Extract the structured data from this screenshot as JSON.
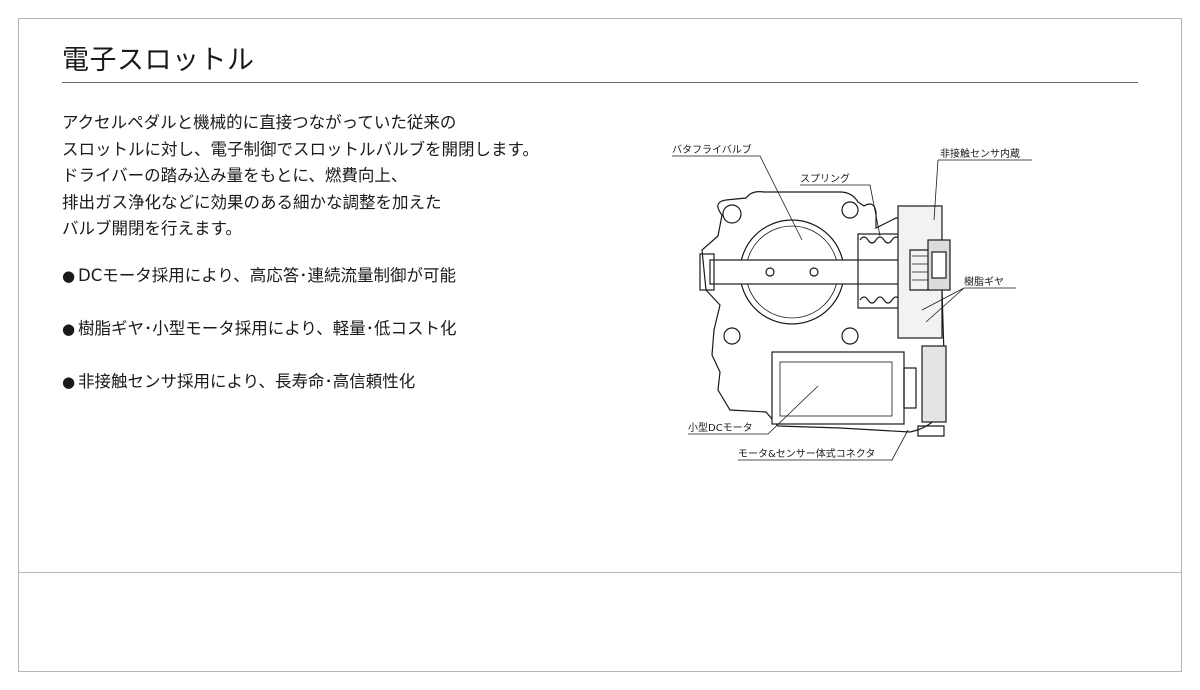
{
  "title": "電子スロットル",
  "intro_lines": [
    "アクセルペダルと機械的に直接つながっていた従来の",
    "スロットルに対し、電子制御でスロットルバルブを開閉します。",
    "ドライバーの踏み込み量をもとに、燃費向上、",
    "排出ガス浄化などに効果のある細かな調整を加えた",
    "バルブ開閉を行えます。"
  ],
  "features": [
    {
      "bullet": "●",
      "text": "DCモータ採用により、高応答･連続流量制御が可能"
    },
    {
      "bullet": "●",
      "text": "樹脂ギヤ･小型モータ採用により、軽量･低コスト化"
    },
    {
      "bullet": "●",
      "text": "非接触センサ採用により、長寿命･高信頼性化"
    }
  ],
  "diagram": {
    "labels": {
      "butterfly_valve": "バタフライバルブ",
      "spring": "スプリング",
      "sensor": "非接触センサ内蔵",
      "resin_gear": "樹脂ギヤ",
      "dc_motor": "小型DCモータ",
      "connector": "モータ&センサー体式コネクタ"
    }
  }
}
